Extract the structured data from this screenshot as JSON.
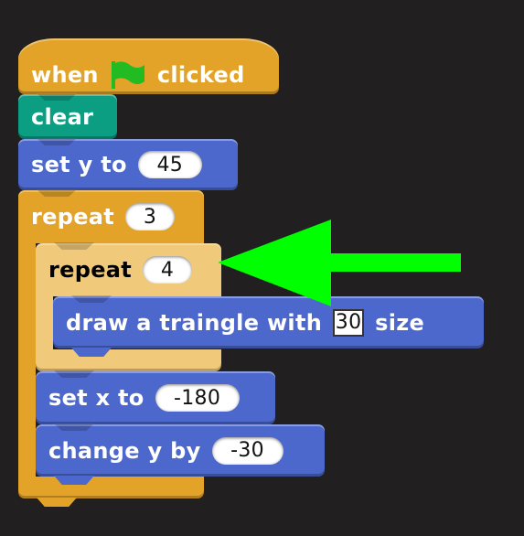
{
  "script": {
    "hat": {
      "when": "when",
      "clicked": "clicked",
      "flag_icon": "green-flag-icon"
    },
    "clear": "clear",
    "set_y": {
      "label": "set y to",
      "value": "45"
    },
    "repeat_outer": {
      "label": "repeat",
      "value": "3"
    },
    "repeat_inner": {
      "label": "repeat",
      "value": "4"
    },
    "draw": {
      "label": "draw a traingle with",
      "value": "30",
      "suffix": "size"
    },
    "set_x": {
      "label": "set x to",
      "value": "-180"
    },
    "change_y": {
      "label": "change y by",
      "value": "-30"
    }
  },
  "annotation": {
    "arrow_color": "#00ff00",
    "icon": "arrow-left-icon"
  },
  "colors": {
    "background": "#211f20",
    "control": "#e3a329",
    "control_light": "#f1c97a",
    "pen": "#0b9e83",
    "motion": "#4d68cc",
    "flag": "#22bb22"
  }
}
